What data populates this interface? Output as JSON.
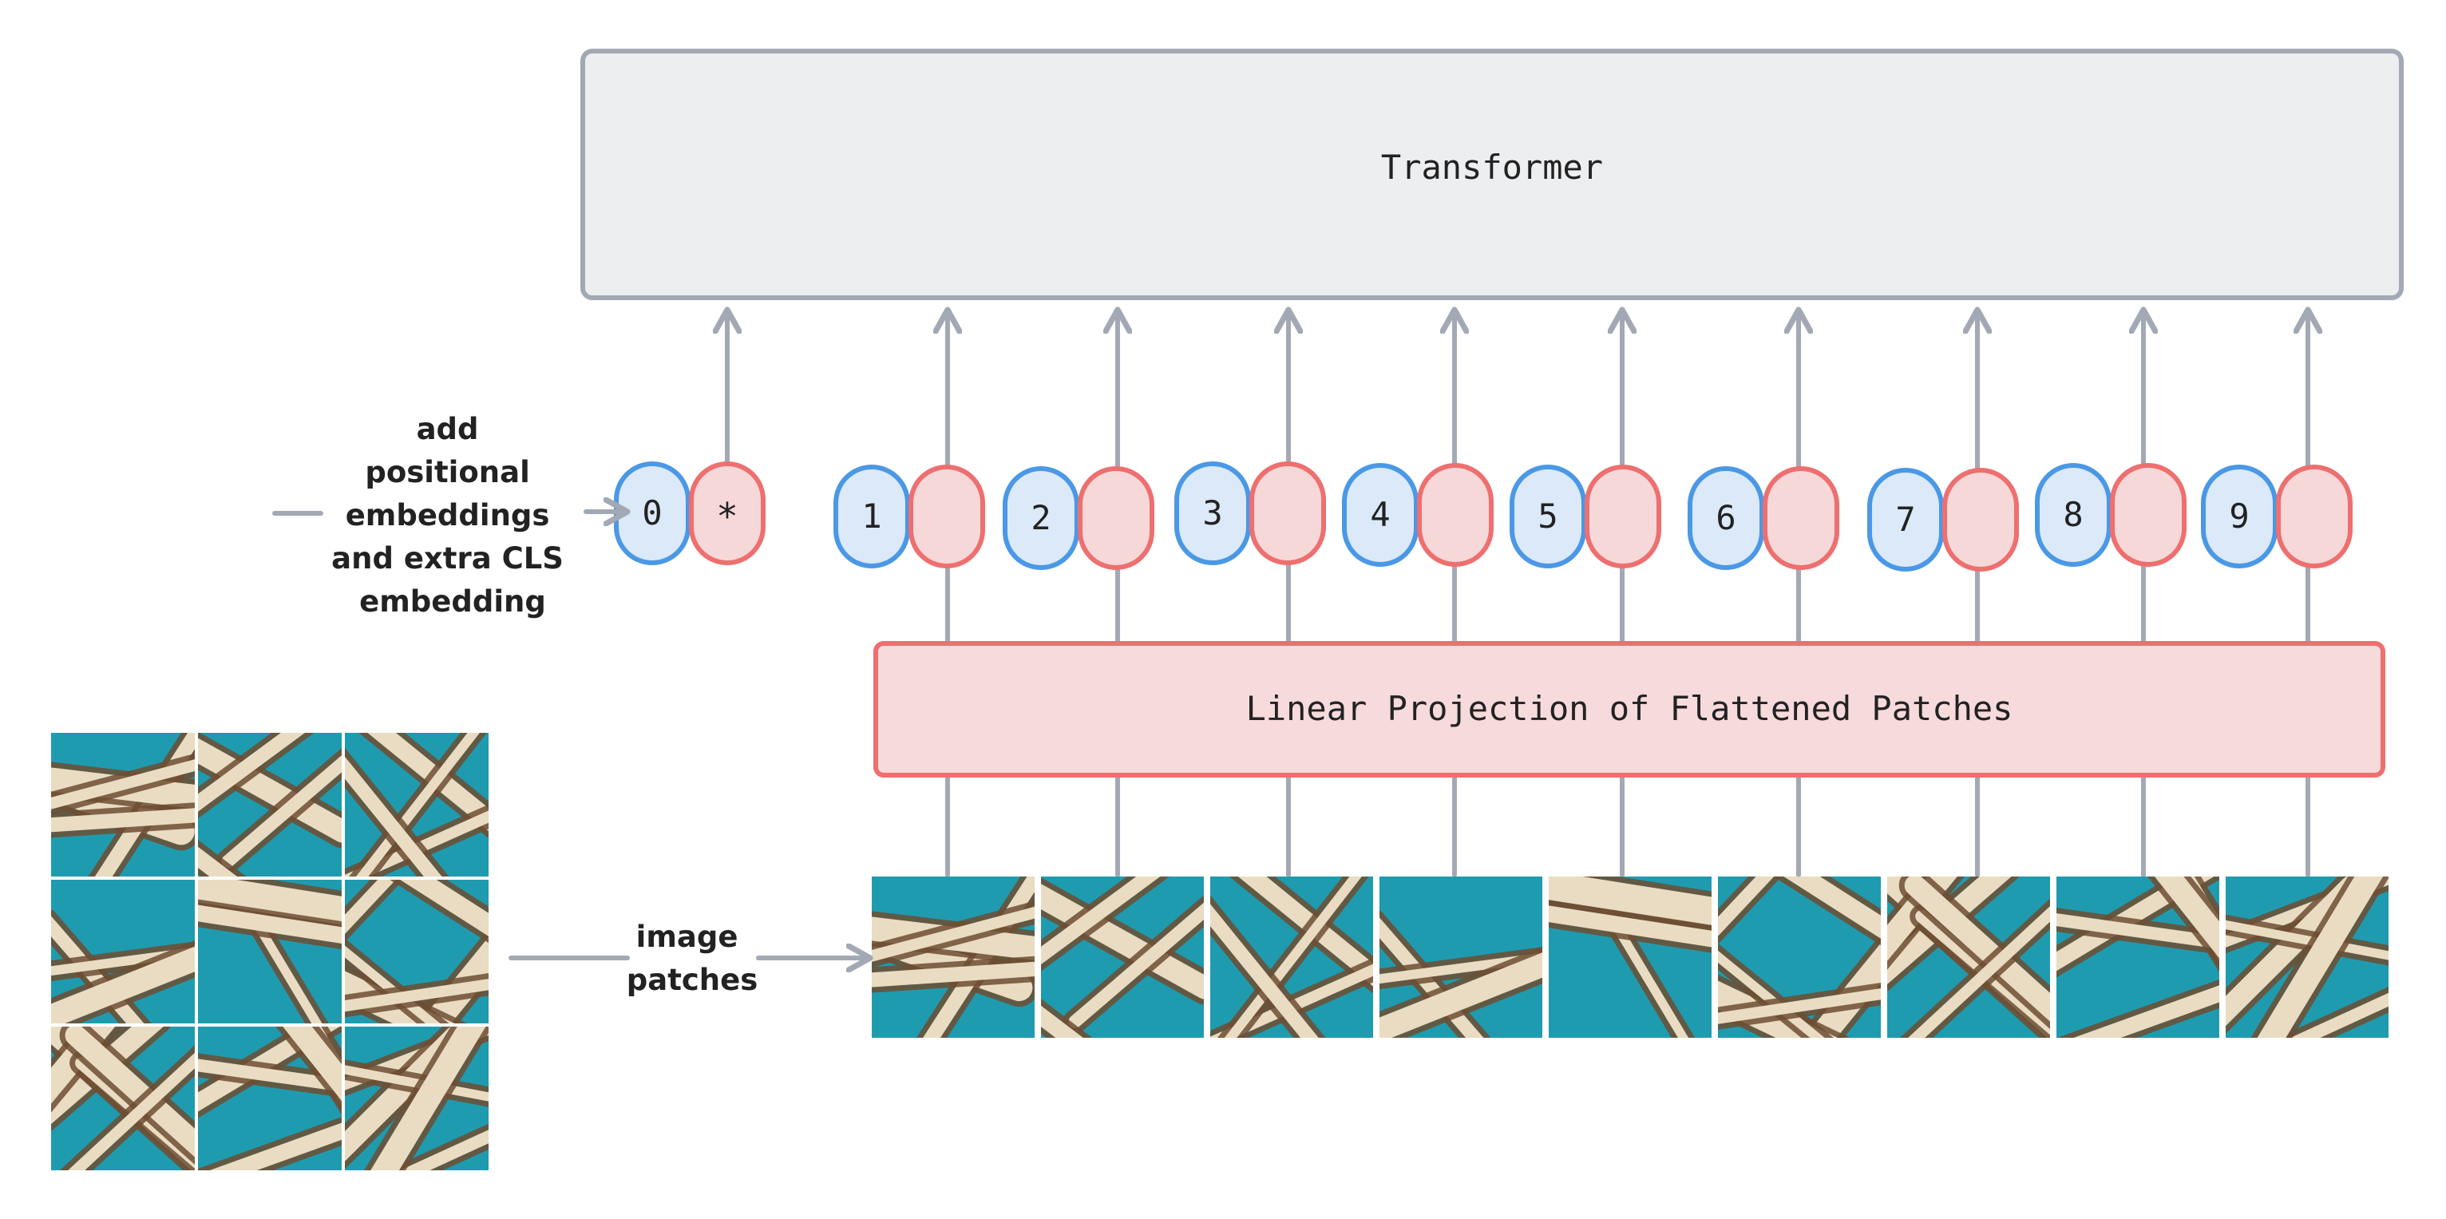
{
  "colors": {
    "arrow": "#a3a9b4",
    "transformer_fill": "#edeef0",
    "transformer_stroke": "#a3a9b4",
    "position_fill": "#dbe9f8",
    "position_stroke": "#4a98e6",
    "embedding_fill": "#f6d8d9",
    "embedding_stroke": "#ee6f6f",
    "projection_fill": "#f7dadb",
    "projection_stroke": "#ee6f6f",
    "sea": "#1f9bb0",
    "stripe_light": "#e9dcc2",
    "stripe_dark": "#6e4e33"
  },
  "transformer": {
    "label": "Transformer"
  },
  "projection": {
    "label": "Linear Projection of Flattened Patches"
  },
  "annotations": {
    "pos_embed_lines": [
      "add",
      "positional",
      "embeddings",
      "and extra CLS",
      "embedding"
    ],
    "patches_lines": [
      "image",
      "patches"
    ]
  },
  "tokens": [
    {
      "position": "0",
      "embedding": "*"
    },
    {
      "position": "1",
      "embedding": ""
    },
    {
      "position": "2",
      "embedding": ""
    },
    {
      "position": "3",
      "embedding": ""
    },
    {
      "position": "4",
      "embedding": ""
    },
    {
      "position": "5",
      "embedding": ""
    },
    {
      "position": "6",
      "embedding": ""
    },
    {
      "position": "7",
      "embedding": ""
    },
    {
      "position": "8",
      "embedding": ""
    },
    {
      "position": "9",
      "embedding": ""
    }
  ],
  "patches": [
    {
      "index": 1
    },
    {
      "index": 2
    },
    {
      "index": 3
    },
    {
      "index": 4
    },
    {
      "index": 5
    },
    {
      "index": 6
    },
    {
      "index": 7
    },
    {
      "index": 8
    },
    {
      "index": 9
    }
  ]
}
